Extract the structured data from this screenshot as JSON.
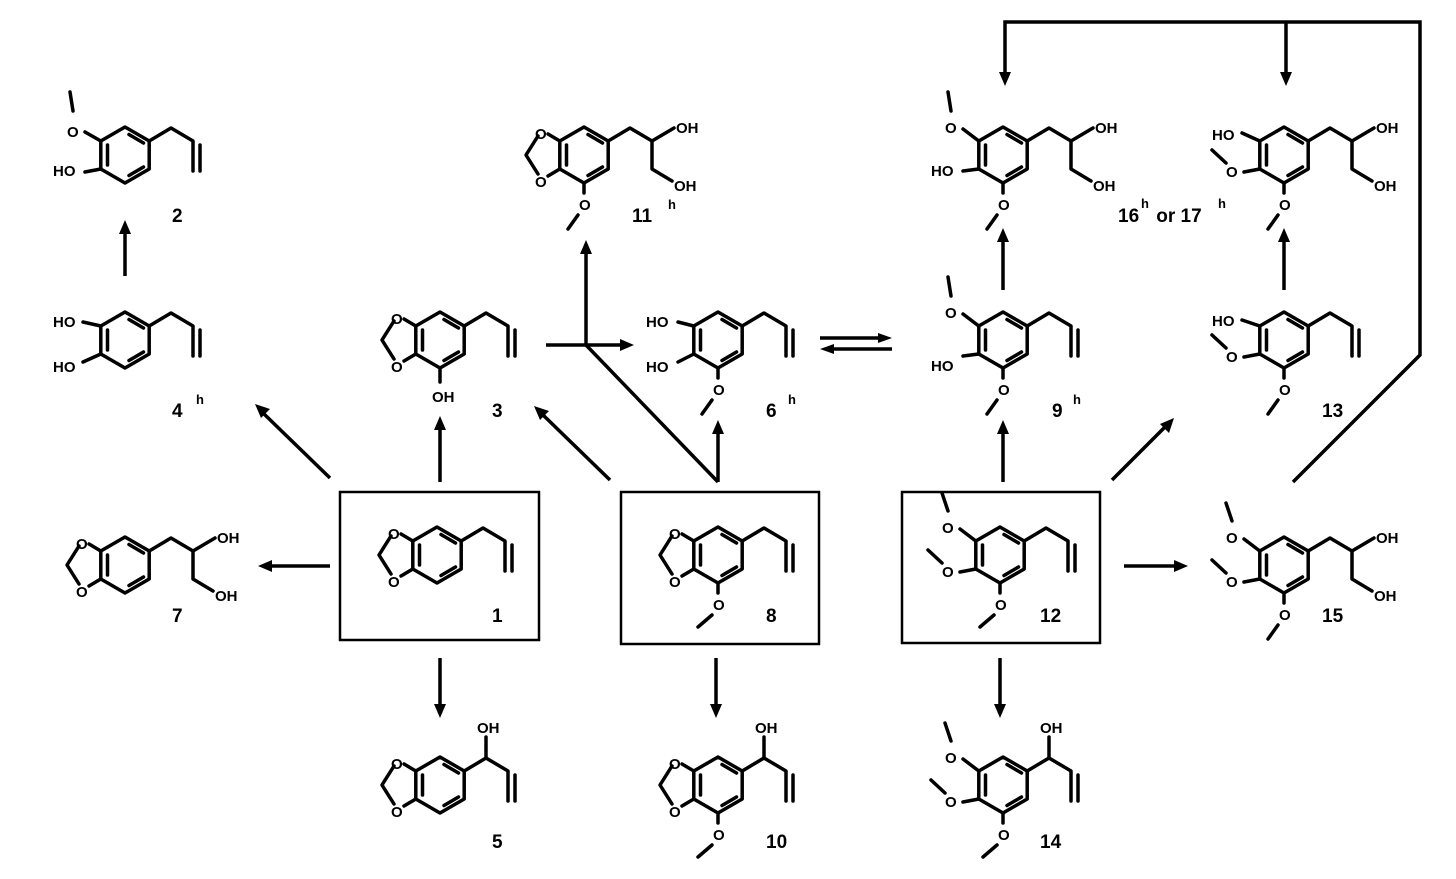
{
  "atoms": {
    "O": "O",
    "HO": "HO",
    "OH": "OH"
  },
  "compounds": [
    {
      "id": "2",
      "label": "2",
      "sup": ""
    },
    {
      "id": "4",
      "label": "4",
      "sup": "h"
    },
    {
      "id": "7",
      "label": "7",
      "sup": ""
    },
    {
      "id": "1",
      "label": "1",
      "sup": ""
    },
    {
      "id": "3",
      "label": "3",
      "sup": ""
    },
    {
      "id": "5",
      "label": "5",
      "sup": ""
    },
    {
      "id": "11",
      "label": "11",
      "sup": "h"
    },
    {
      "id": "6",
      "label": "6",
      "sup": "h"
    },
    {
      "id": "8",
      "label": "8",
      "sup": ""
    },
    {
      "id": "10",
      "label": "10",
      "sup": ""
    },
    {
      "id": "16",
      "label": "16",
      "sup": "h"
    },
    {
      "id": "16or17",
      "label": " or 17",
      "sup": "h"
    },
    {
      "id": "9",
      "label": "9",
      "sup": "h"
    },
    {
      "id": "12",
      "label": "12",
      "sup": ""
    },
    {
      "id": "14",
      "label": "14",
      "sup": ""
    },
    {
      "id": "13",
      "label": "13",
      "sup": ""
    },
    {
      "id": "15",
      "label": "15",
      "sup": ""
    }
  ]
}
